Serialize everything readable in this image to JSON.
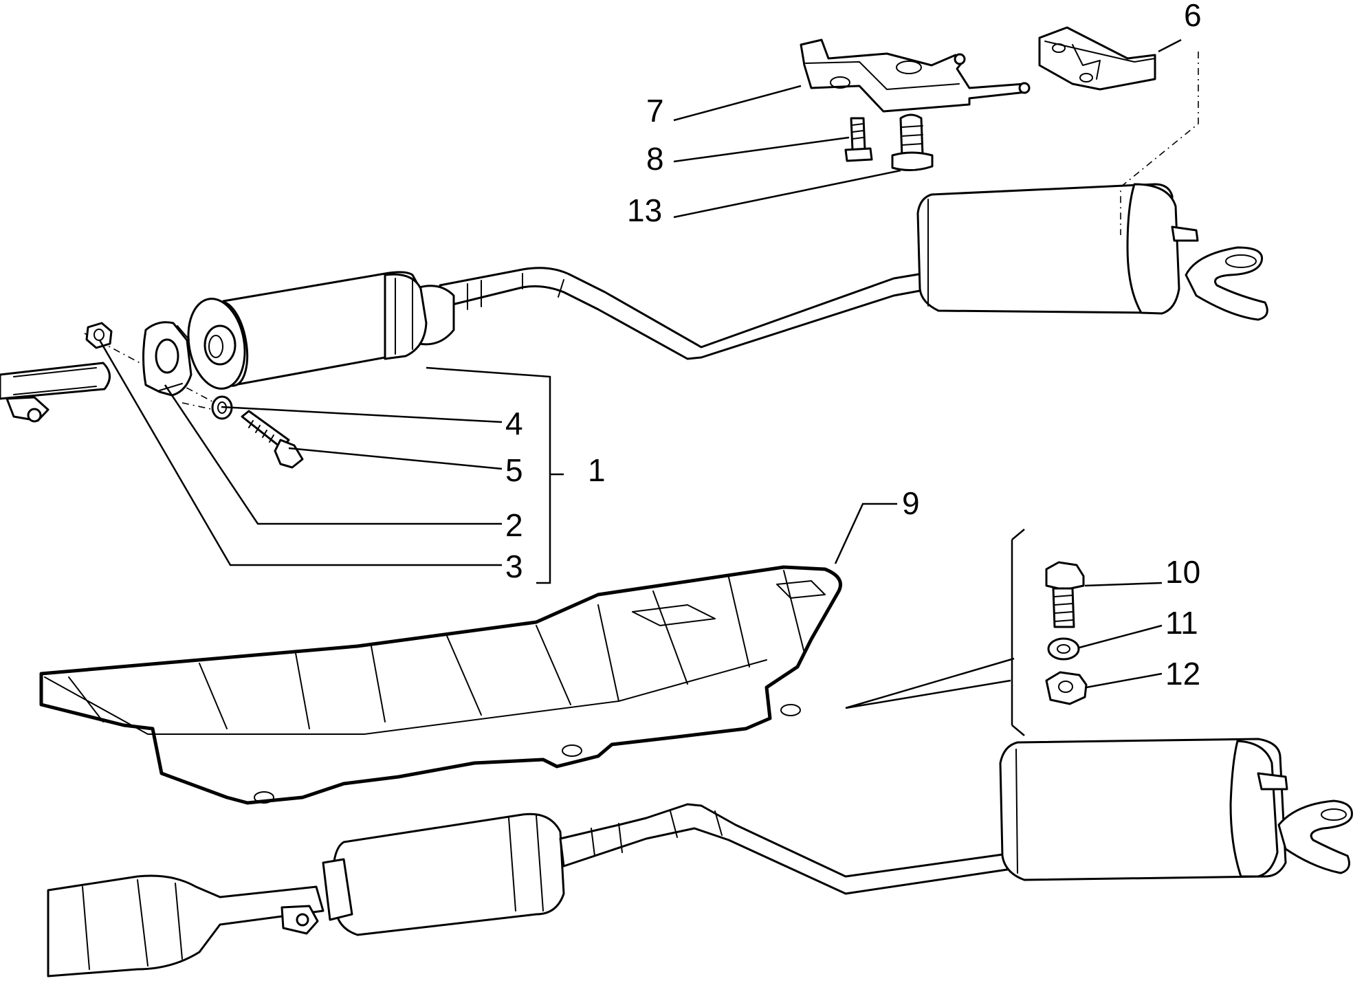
{
  "callouts": [
    {
      "id": "1",
      "text": "1"
    },
    {
      "id": "2",
      "text": "2"
    },
    {
      "id": "3",
      "text": "3"
    },
    {
      "id": "4",
      "text": "4"
    },
    {
      "id": "5",
      "text": "5"
    },
    {
      "id": "6",
      "text": "6"
    },
    {
      "id": "7",
      "text": "7"
    },
    {
      "id": "8",
      "text": "8"
    },
    {
      "id": "9",
      "text": "9"
    },
    {
      "id": "10",
      "text": "10"
    },
    {
      "id": "11",
      "text": "11"
    },
    {
      "id": "12",
      "text": "12"
    },
    {
      "id": "13",
      "text": "13"
    }
  ],
  "colors": {
    "ink": "#000000",
    "paper": "#ffffff"
  }
}
